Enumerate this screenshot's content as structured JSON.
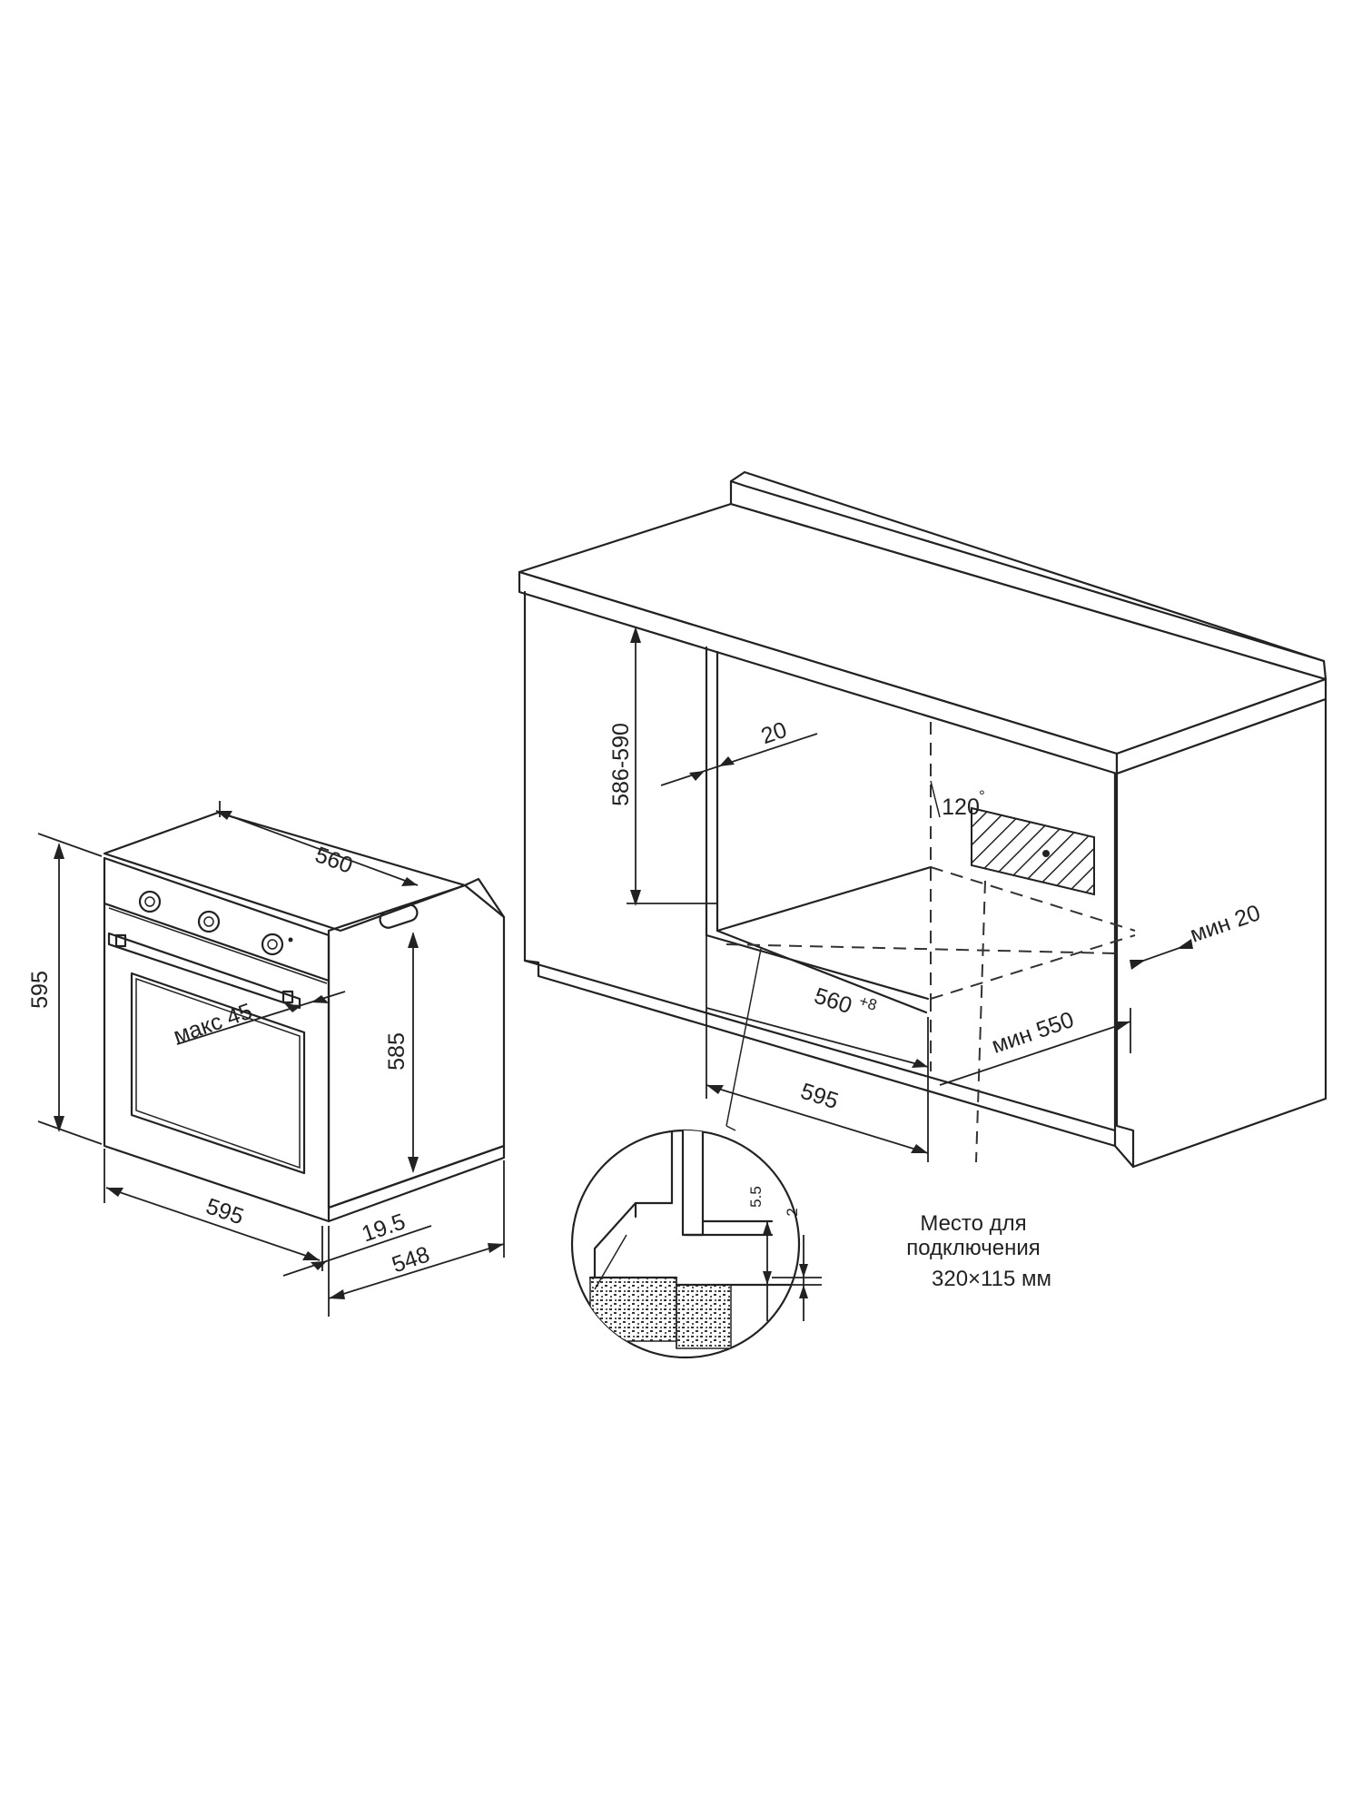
{
  "oven": {
    "height_label": "595",
    "width_label": "595",
    "top_depth_label": "560",
    "cavity_height_label": "585",
    "handle_label": "макс 45",
    "door_label": "19.5",
    "depth_label": "548"
  },
  "cabinet": {
    "niche_height_label": "586-590",
    "side_gap_label": "20",
    "angle_label": "120",
    "niche_width_label": "560",
    "niche_width_tolerance": "+8",
    "outer_width_label": "595",
    "min_depth_label": "мин 550",
    "min_gap_label": "мин 20"
  },
  "detail": {
    "offset_label": "5.5",
    "thickness_label": "2"
  },
  "connection_note": {
    "line1": "Место для",
    "line2": "подключения",
    "line3": "320×115 мм"
  }
}
